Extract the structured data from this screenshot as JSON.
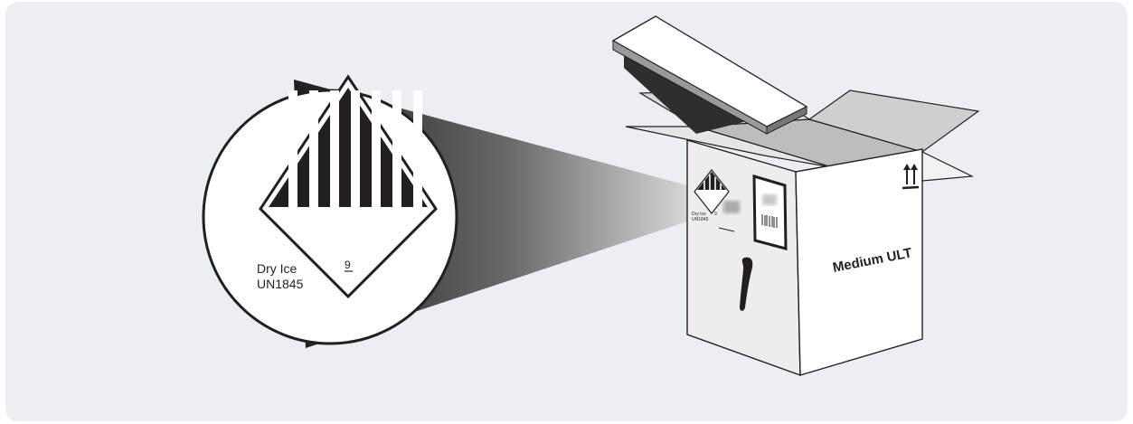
{
  "colors": {
    "background": "#ebeff4",
    "ink": "#231f20",
    "box_front": "#ffffff",
    "box_side": "#e8e8e8",
    "interior": "#b8b8b8",
    "lid": "#ffffff",
    "beam_dark": "#2a2a2a"
  },
  "magnified_label": {
    "class_number": "9",
    "name_line": "Dry Ice",
    "un_line": "UN1845"
  },
  "box": {
    "model_label": "Medium ULT",
    "small_label_name": "Dry Ice",
    "small_label_un": "UN1845",
    "small_label_class": "9"
  },
  "icons": [
    "this-way-up-arrows-icon",
    "barcode-icon",
    "carry-strap-icon",
    "class-9-hazard-diamond-icon"
  ]
}
